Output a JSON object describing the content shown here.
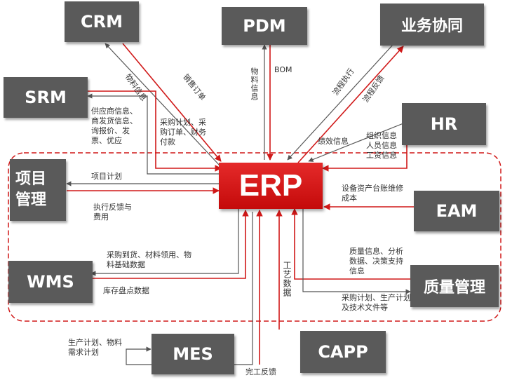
{
  "center": "ERP",
  "boxes": {
    "crm": "CRM",
    "pdm": "PDM",
    "collab": "业务协同",
    "srm": "SRM",
    "hr": "HR",
    "project": "项目管理",
    "eam": "EAM",
    "wms": "WMS",
    "quality": "质量管理",
    "mes": "MES",
    "capp": "CAPP"
  },
  "labels": {
    "crm_material": "物料信息",
    "crm_sales": "销售订单",
    "pdm_material": "物料信息",
    "pdm_bom": "BOM",
    "collab_process": "流程执行",
    "collab_feedback": "流程反馈",
    "srm_supplier": "供应商信息、商发货信息、询报价、发票、优应",
    "srm_purchase": "采购计划、采购订单、财务付款",
    "hr_perf": "绩效信息",
    "hr_org": "组织信息人员信息工资信息",
    "project_plan": "项目计划",
    "project_feedback": "执行反馈与费用",
    "eam_asset": "设备资产台账维修成本",
    "wms_arrival": "采购到货、材料领用、物料基础数据",
    "wms_inventory": "库存盘点数据",
    "quality_info": "质量信息、分析数据、决策支持信息",
    "quality_plan": "采购计划、生产计划及技术文件等",
    "process_data": "工艺数据",
    "mes_plan": "生产计划、物料需求计划",
    "mes_feedback": "完工反馈"
  }
}
